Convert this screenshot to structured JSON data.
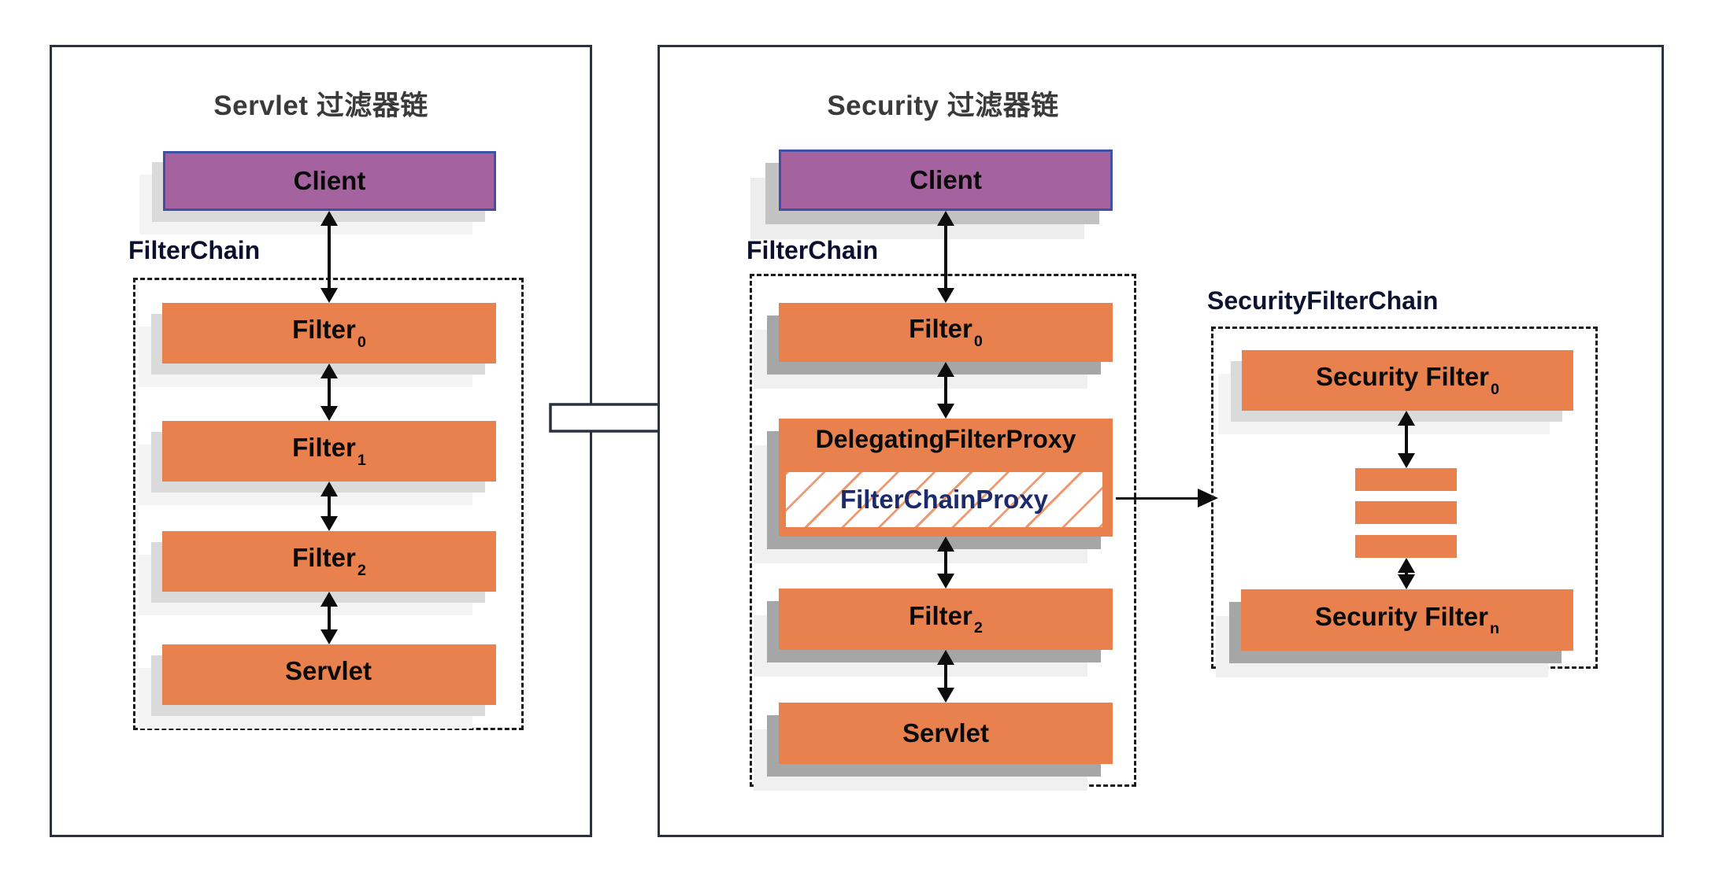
{
  "left_panel": {
    "title": "Servlet 过滤器链",
    "client_label": "Client",
    "chain_label": "FilterChain",
    "nodes": [
      {
        "main": "Filter",
        "sub": "0"
      },
      {
        "main": "Filter",
        "sub": "1"
      },
      {
        "main": "Filter",
        "sub": "2"
      },
      {
        "main": "Servlet",
        "sub": ""
      }
    ]
  },
  "right_panel": {
    "title": "Security 过滤器链",
    "client_label": "Client",
    "chain_label": "FilterChain",
    "filter_top": {
      "main": "Filter",
      "sub": "0"
    },
    "delegating_label": "DelegatingFilterProxy",
    "proxy_label": "FilterChainProxy",
    "filter_bottom": {
      "main": "Filter",
      "sub": "2"
    },
    "servlet_label": "Servlet"
  },
  "security_chain": {
    "label": "SecurityFilterChain",
    "filter_top": {
      "main": "Security Filter",
      "sub": "0"
    },
    "filter_bottom": {
      "main": "Security Filter",
      "sub": "n"
    }
  },
  "colors": {
    "box_orange": "#e8814e",
    "client_purple": "#a4639e",
    "client_border_blue": "#3f51a5",
    "proxy_text_navy": "#1b2a6b",
    "panel_border": "#2b3140",
    "arrow_black": "#0c0c0c",
    "shadow_gray": "#a6a6a6"
  }
}
